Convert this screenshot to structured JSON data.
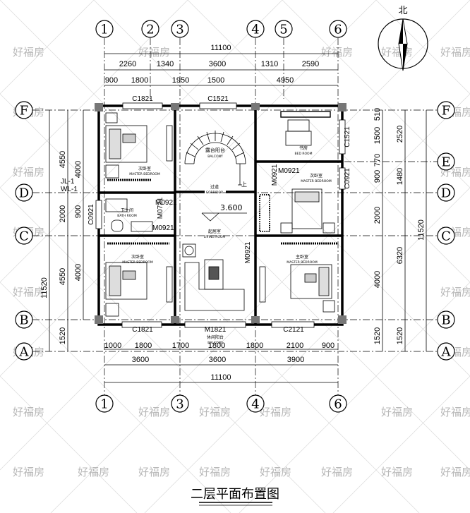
{
  "title": "二层平面布置图",
  "north": "北",
  "watermark": "好福房",
  "elevation": "3.600",
  "axes_top": [
    "1",
    "2",
    "3",
    "4",
    "5",
    "6"
  ],
  "axes_bottom": [
    "1",
    "3",
    "4",
    "6"
  ],
  "axes_rows": [
    "F",
    "E",
    "D",
    "C",
    "B",
    "A"
  ],
  "dims_top_total": "11100",
  "dims_top_row1": [
    "2260",
    "1340",
    "3600",
    "1310",
    "2590"
  ],
  "dims_top_row2": [
    "900",
    "1800",
    "1950",
    "1500",
    "4950"
  ],
  "dims_bottom_row1": [
    "1000",
    "1800",
    "1700",
    "1800",
    "1800",
    "2100",
    "900"
  ],
  "dims_bottom_row2": [
    "3600",
    "3600",
    "3900"
  ],
  "dims_bottom_total": "11100",
  "dims_left_outer": [
    "4550",
    "2000",
    "4550",
    "1520"
  ],
  "dims_left_inner": [
    "4000",
    "900",
    "4000"
  ],
  "dims_left_total": "11520",
  "dims_right_inner": [
    "510",
    "1500",
    "770",
    "900",
    "2000",
    "4000",
    "1520"
  ],
  "dims_right_mid": [
    "2520",
    "1480",
    "6320",
    "1520"
  ],
  "dims_right_total": "11520",
  "rooms": {
    "balcony": "露台阳台",
    "balcony_en": "BALCONY",
    "study": "书房",
    "study_en": "BED ROOM",
    "master_tl": "次卧室",
    "master_tl_en": "MASTER BEDROOM",
    "master_bl": "次卧室",
    "master_bl_en": "MASTER BEDROOM",
    "master_r": "次卧室",
    "master_r_en": "MASTER BEDROOM",
    "master_br": "主卧室",
    "master_br_en": "MASTER BEDROOM",
    "bath": "卫生间",
    "bath_en": "BATH ROOM",
    "corridor": "过道",
    "corridor_en": "CORRIDOR",
    "living": "起居室",
    "living_en": "LIVING ROOM",
    "terrace": "休闲阳台",
    "terrace_en": "BALCONY",
    "up": "上"
  },
  "labels": {
    "c1821_top": "C1821",
    "c1521_top": "C1521",
    "c1521_right": "C1521",
    "c0921_right": "C0921",
    "c0921_left": "C0921",
    "c1821_bottom": "C1821",
    "m1821": "M1821",
    "c2121": "C2121",
    "m0921_a": "M0921",
    "m0921_b": "M0921",
    "m0921_c": "M0921",
    "m0921_d": "M0921",
    "m0921_e": "M0921",
    "m0721": "M0721",
    "jl1": "JL-1",
    "wl1": "WL-1"
  }
}
